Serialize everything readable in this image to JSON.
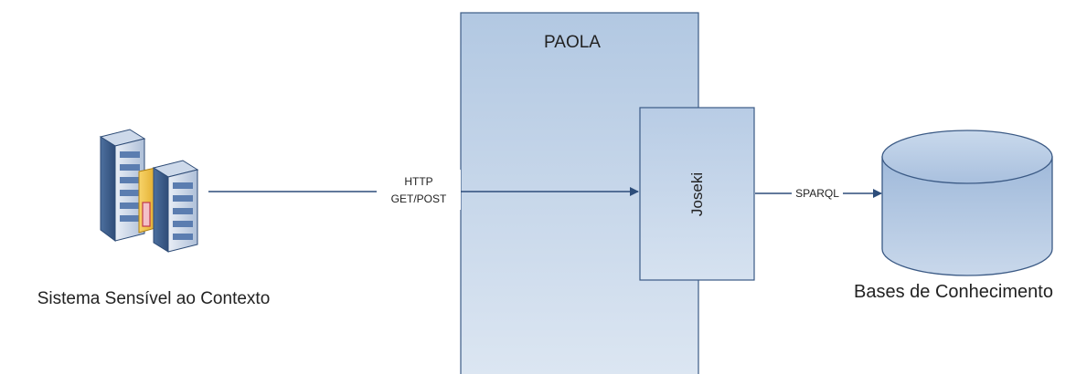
{
  "nodes": {
    "client": {
      "label": "Sistema Sensível ao Contexto",
      "icon": "server-cluster-icon"
    },
    "paola": {
      "label": "PAOLA"
    },
    "joseki": {
      "label": "Joseki"
    },
    "kb": {
      "label": "Bases de Conhecimento",
      "icon": "database-icon"
    }
  },
  "edges": {
    "http": {
      "line1": "HTTP",
      "line2": "GET/POST"
    },
    "sparql": {
      "label": "SPARQL"
    }
  },
  "colors": {
    "panel_top": "#b4c9e3",
    "panel_bottom": "#dbe6f2",
    "border": "#3b5a85",
    "line": "#2d4d7a"
  }
}
